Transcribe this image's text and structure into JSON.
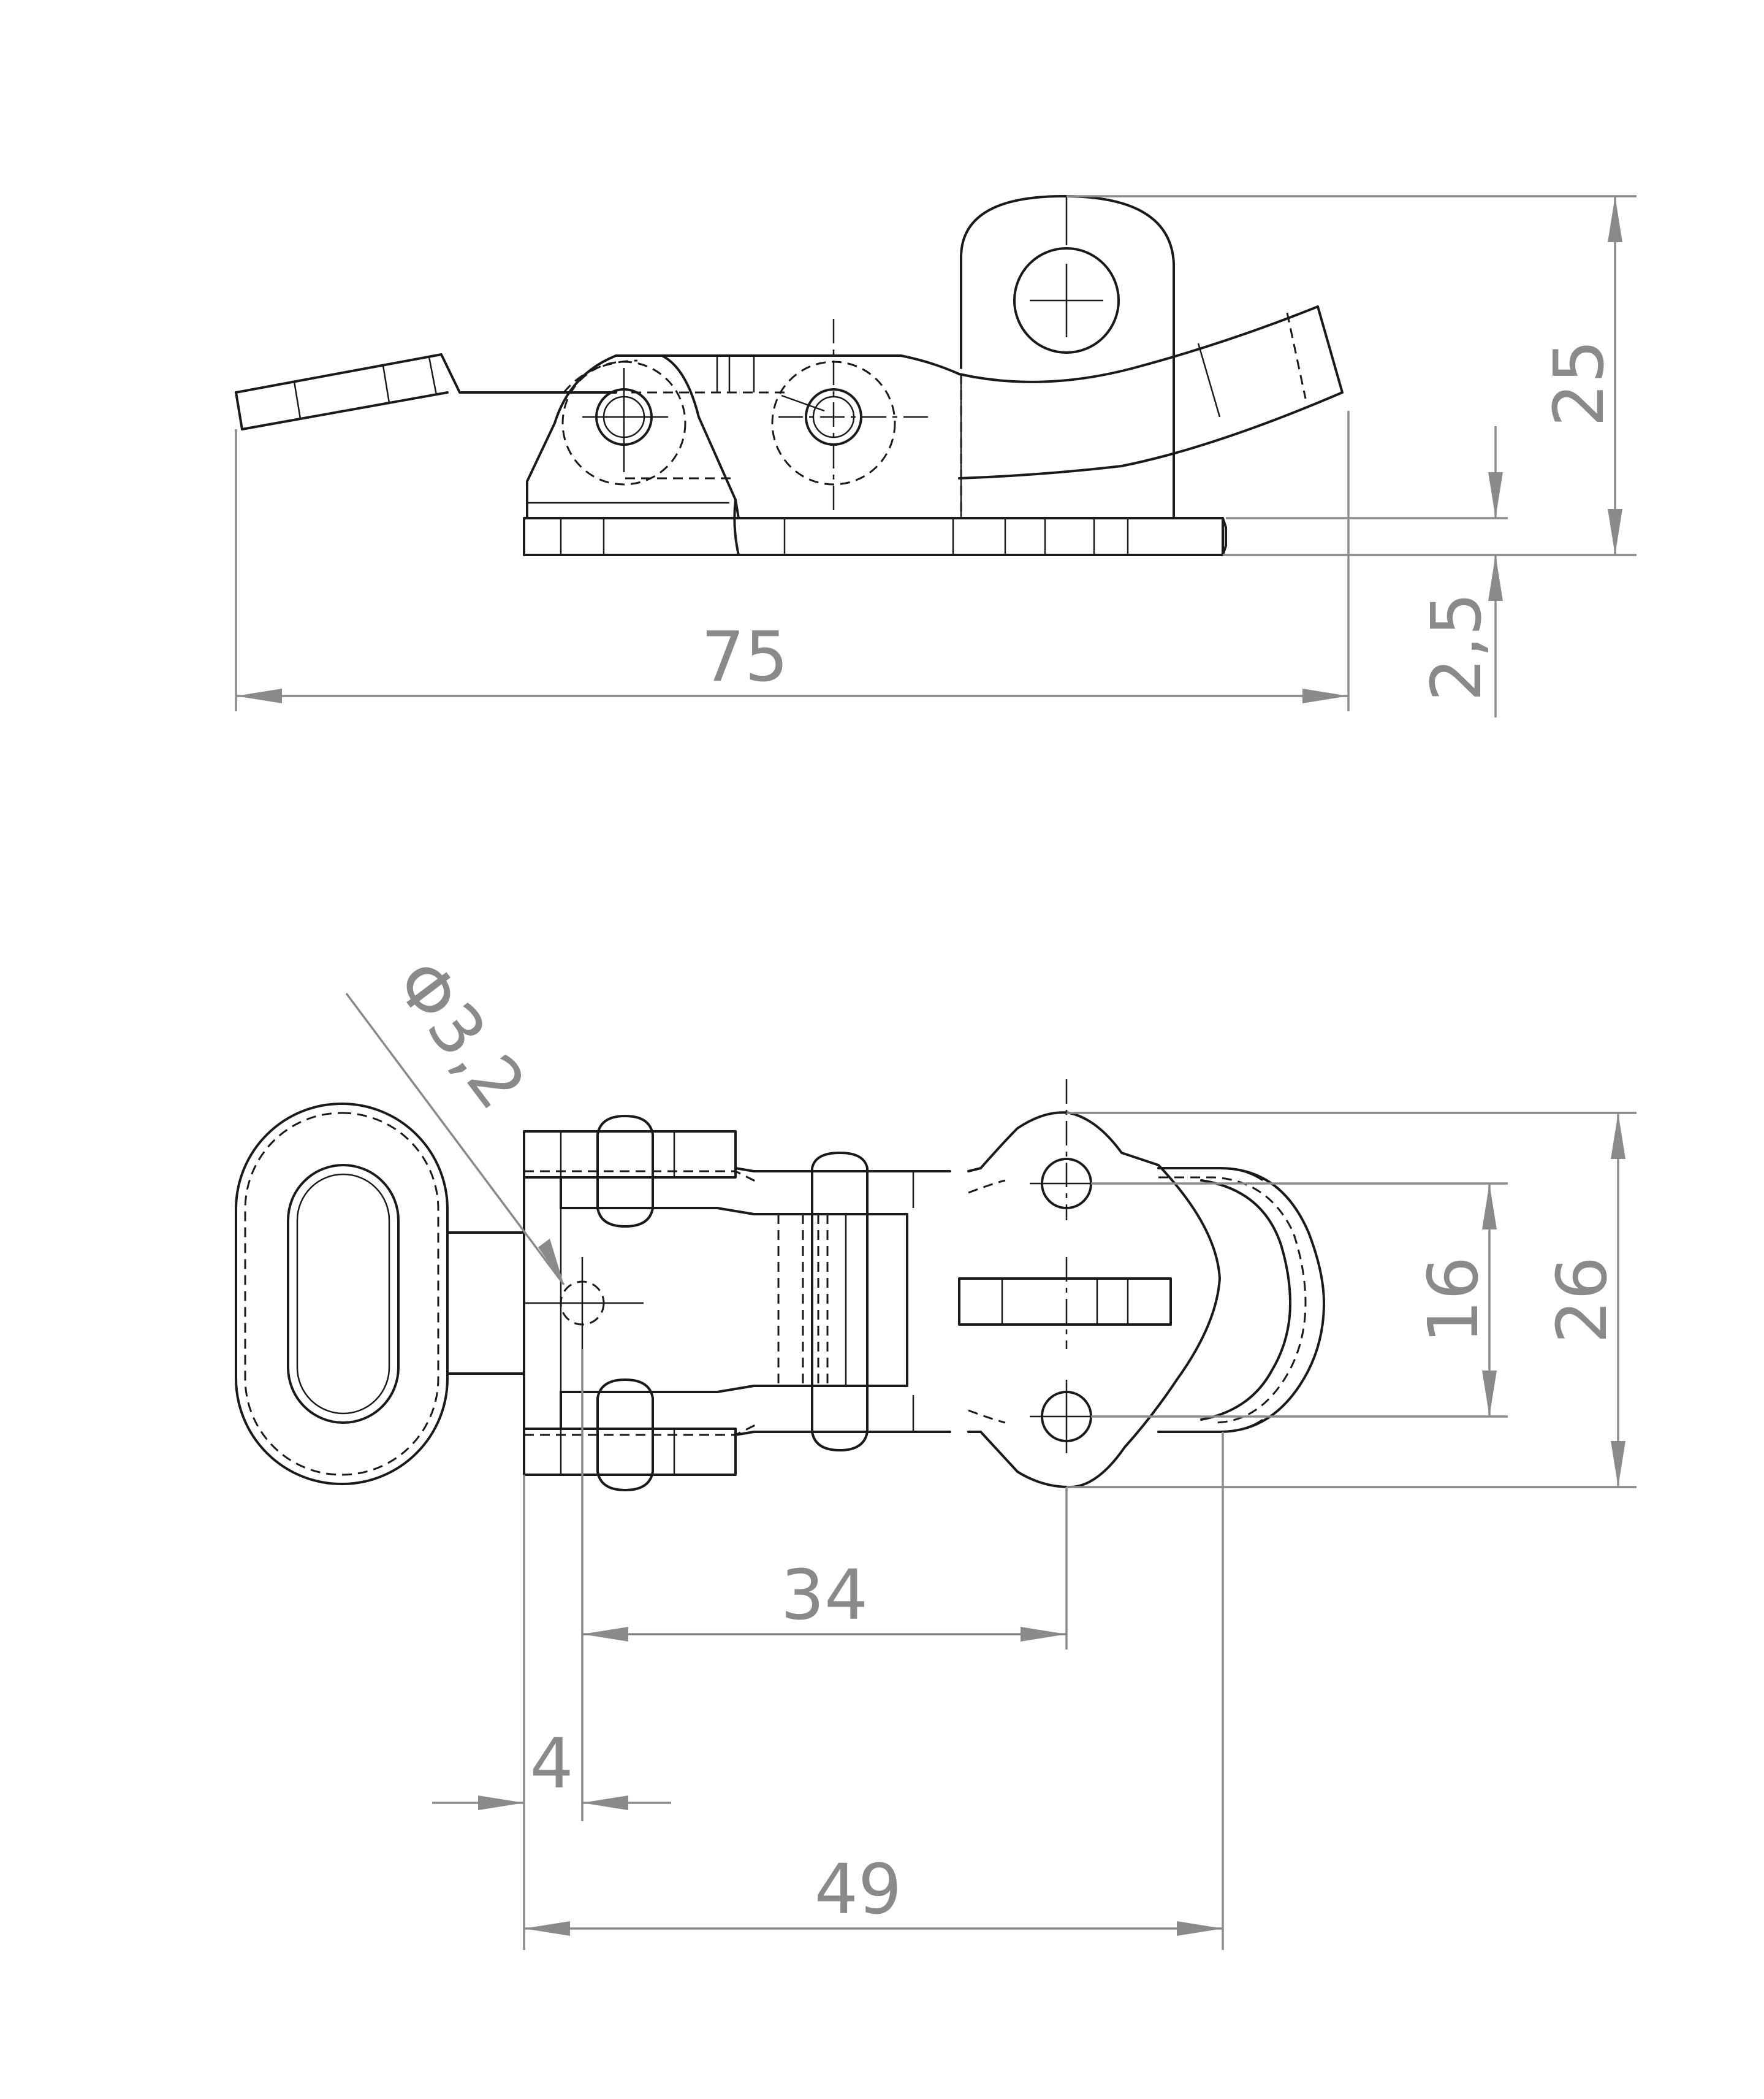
{
  "drawing": {
    "dimensions": {
      "overall_length": "75",
      "height": "25",
      "base_thickness": "2,5",
      "hole_diameter": "Φ3,2",
      "hole_spacing": "16",
      "width": "26",
      "pin_to_hole": "34",
      "edge_to_pin": "4",
      "base_length": "49"
    }
  }
}
